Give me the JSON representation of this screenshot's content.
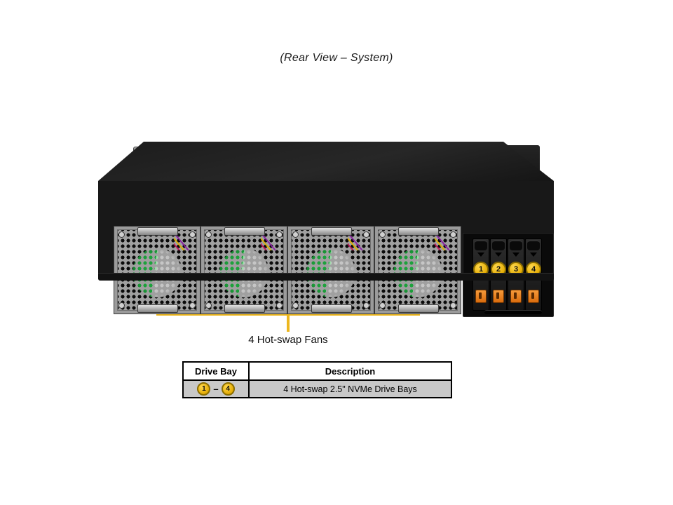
{
  "title": "(Rear View – System)",
  "callout": {
    "label": "4 Hot-swap Fans"
  },
  "drive_bays": {
    "numbers": [
      "1",
      "2",
      "3",
      "4"
    ]
  },
  "table": {
    "headers": [
      "Drive Bay",
      "Description"
    ],
    "row": {
      "bay_start": "1",
      "bay_dash": "–",
      "bay_end": "4",
      "description": "4 Hot-swap 2.5\" NVMe Drive Bays"
    }
  },
  "colors": {
    "callout_yellow": "#EDB71E",
    "badge_yellow": "#E9B511",
    "badge_border": "#8A6D00",
    "latch_orange": "#E8821E",
    "fan_green": "#1DA23C",
    "table_row_gray": "#C8C8C8",
    "chassis_black": "#181818",
    "fan_panel_silver": "#9B9B9B"
  }
}
